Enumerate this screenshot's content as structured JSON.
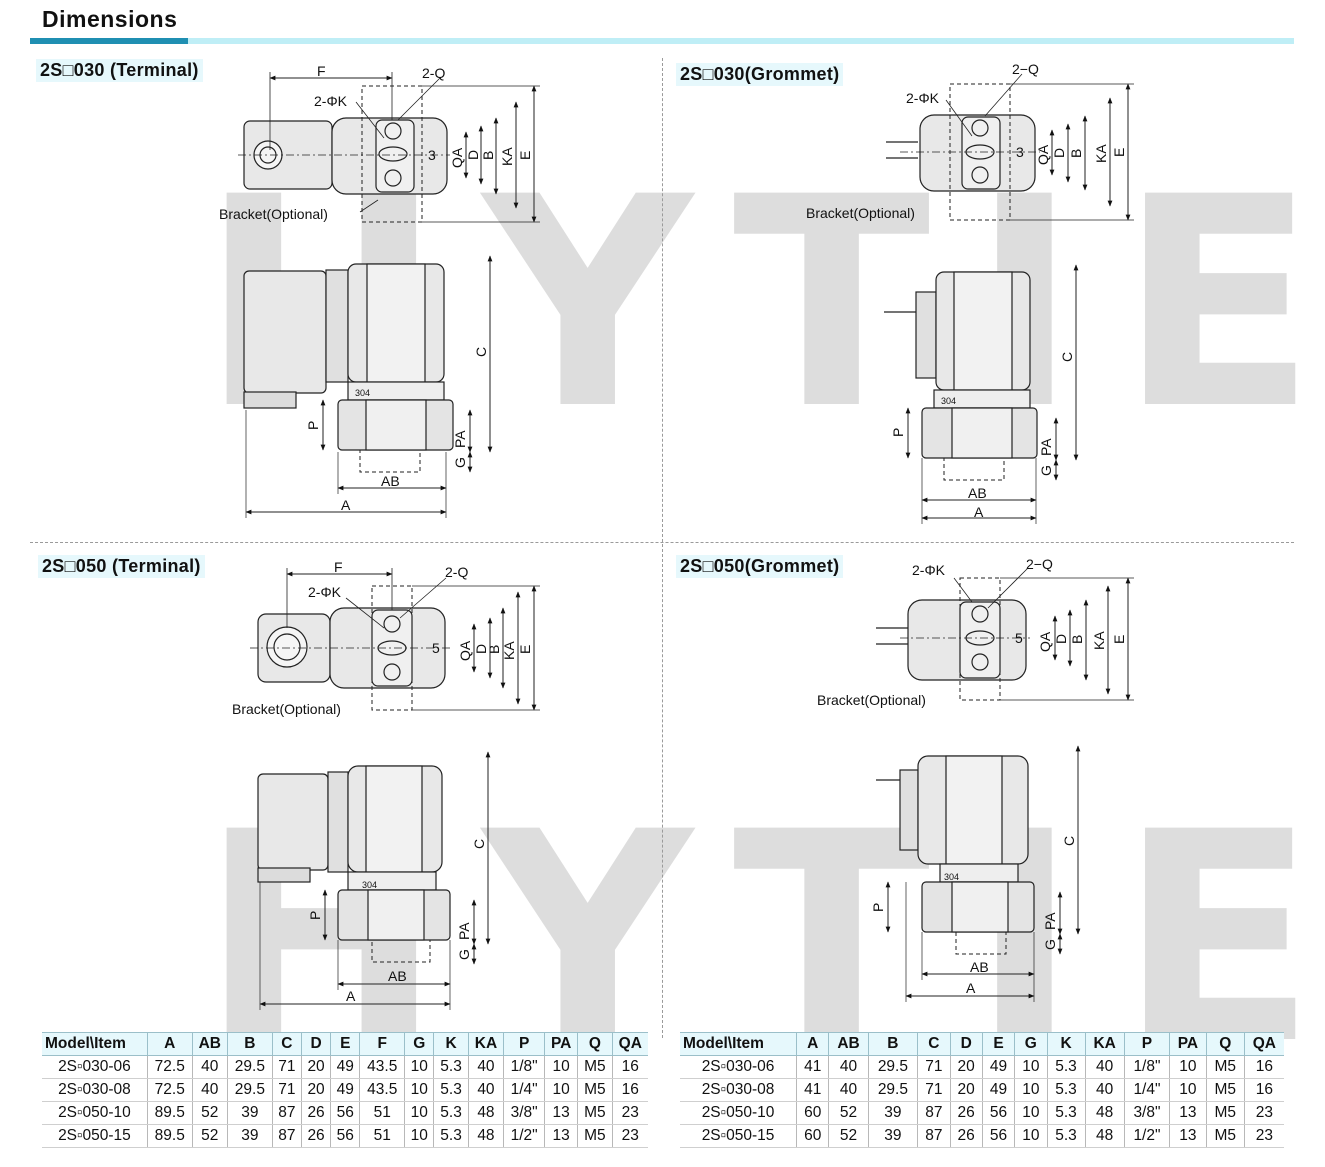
{
  "page_title": "Dimensions",
  "watermark": "HYTIE",
  "sections": [
    {
      "label": "2S□030 (Terminal)"
    },
    {
      "label": "2S□030(Grommet)"
    },
    {
      "label": "2S□050 (Terminal)"
    },
    {
      "label": "2S□050(Grommet)"
    }
  ],
  "drawing_labels": {
    "F": "F",
    "two_q": "2-Q",
    "two_phik": "2-ΦK",
    "bracket": "Bracket(Optional)",
    "QA": "QA",
    "D": "D",
    "B": "B",
    "KA": "KA",
    "E": "E",
    "C": "C",
    "P": "P",
    "PA": "PA",
    "G": "G",
    "AB": "AB",
    "A": "A",
    "port3": "3",
    "port5": "5",
    "plate": "304",
    "arrow_mark": "▲",
    "two_q_g": "2−Q"
  },
  "table_headers_terminal": [
    "Model\\Item",
    "A",
    "AB",
    "B",
    "C",
    "D",
    "E",
    "F",
    "G",
    "K",
    "KA",
    "P",
    "PA",
    "Q",
    "QA"
  ],
  "table_rows_terminal": [
    [
      "2S▫030-06",
      "72.5",
      "40",
      "29.5",
      "71",
      "20",
      "49",
      "43.5",
      "10",
      "5.3",
      "40",
      "1/8\"",
      "10",
      "M5",
      "16"
    ],
    [
      "2S▫030-08",
      "72.5",
      "40",
      "29.5",
      "71",
      "20",
      "49",
      "43.5",
      "10",
      "5.3",
      "40",
      "1/4\"",
      "10",
      "M5",
      "16"
    ],
    [
      "2S▫050-10",
      "89.5",
      "52",
      "39",
      "87",
      "26",
      "56",
      "51",
      "10",
      "5.3",
      "48",
      "3/8\"",
      "13",
      "M5",
      "23"
    ],
    [
      "2S▫050-15",
      "89.5",
      "52",
      "39",
      "87",
      "26",
      "56",
      "51",
      "10",
      "5.3",
      "48",
      "1/2\"",
      "13",
      "M5",
      "23"
    ]
  ],
  "table_headers_grommet": [
    "Model\\Item",
    "A",
    "AB",
    "B",
    "C",
    "D",
    "E",
    "G",
    "K",
    "KA",
    "P",
    "PA",
    "Q",
    "QA"
  ],
  "table_rows_grommet": [
    [
      "2S▫030-06",
      "41",
      "40",
      "29.5",
      "71",
      "20",
      "49",
      "10",
      "5.3",
      "40",
      "1/8\"",
      "10",
      "M5",
      "16"
    ],
    [
      "2S▫030-08",
      "41",
      "40",
      "29.5",
      "71",
      "20",
      "49",
      "10",
      "5.3",
      "40",
      "1/4\"",
      "10",
      "M5",
      "16"
    ],
    [
      "2S▫050-10",
      "60",
      "52",
      "39",
      "87",
      "26",
      "56",
      "10",
      "5.3",
      "48",
      "3/8\"",
      "13",
      "M5",
      "23"
    ],
    [
      "2S▫050-15",
      "60",
      "52",
      "39",
      "87",
      "26",
      "56",
      "10",
      "5.3",
      "48",
      "1/2\"",
      "13",
      "M5",
      "23"
    ]
  ],
  "colors": {
    "accent_dark": "#1f8fb2",
    "accent_light": "#bfeef6",
    "label_bg": "#e6f8fc",
    "watermark": "#d8d8d8",
    "body_fill": "#e8e8e8"
  }
}
